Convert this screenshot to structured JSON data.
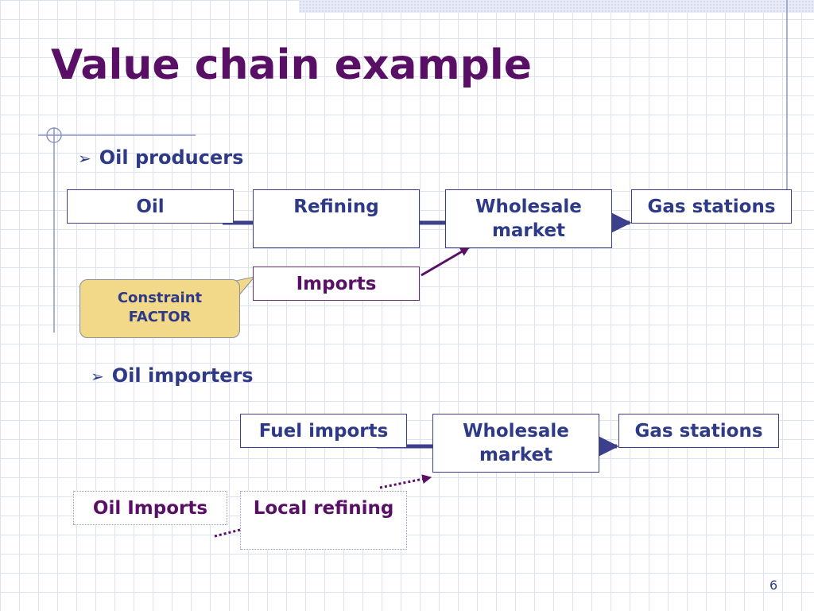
{
  "slide": {
    "title": "Value chain example",
    "page_number": "6"
  },
  "producers": {
    "bullet": "Oil producers",
    "boxes": {
      "oil": "Oil",
      "refining": "Refining",
      "wholesale_line1": "Wholesale",
      "wholesale_line2": "market",
      "gas_stations": "Gas  stations",
      "imports": "Imports"
    },
    "callout_line1": "Constraint",
    "callout_line2": "FACTOR"
  },
  "importers": {
    "bullet": "Oil importers",
    "boxes": {
      "fuel_imports": "Fuel imports",
      "wholesale_line1": "Wholesale",
      "wholesale_line2": "market",
      "gas_stations": "Gas stations",
      "oil_imports": "Oil Imports",
      "local_refining": "Local refining"
    }
  },
  "colors": {
    "title": "#5a0f66",
    "text": "#2e3a87",
    "connector": "#3b3f8c",
    "imports_arrow": "#5a0f66",
    "callout_fill": "#f2d98a"
  }
}
